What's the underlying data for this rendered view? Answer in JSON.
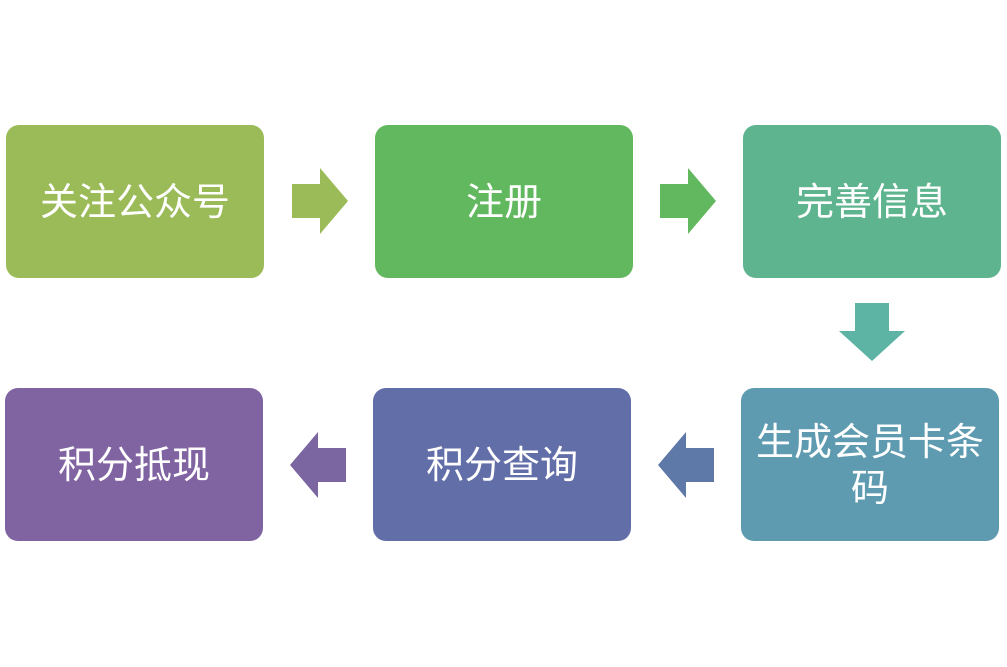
{
  "steps": [
    {
      "label": "关注公众号",
      "color": "#9bbb59"
    },
    {
      "label": "注册",
      "color": "#62b85e"
    },
    {
      "label": "完善信息",
      "color": "#5db48e"
    },
    {
      "label": "生成会员卡条码",
      "color": "#5f9bb0"
    },
    {
      "label": "积分查询",
      "color": "#626ea8"
    },
    {
      "label": "积分抵现",
      "color": "#8063a1"
    }
  ],
  "arrow_colors": [
    "#9bbb59",
    "#62b85e",
    "#5db4a4",
    "#5e78a8",
    "#7c66a2"
  ]
}
